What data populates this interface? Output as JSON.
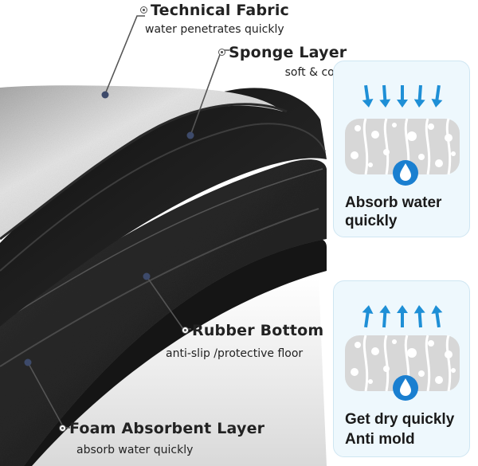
{
  "layers": [
    {
      "title": "Technical Fabric",
      "subtitle": "water penetrates quickly"
    },
    {
      "title": "Sponge Layer",
      "subtitle": "soft & cozy"
    },
    {
      "title": "Rubber Bottom",
      "subtitle": "anti-slip /protective floor"
    },
    {
      "title": "Foam Absorbent Layer",
      "subtitle": "absorb water quickly"
    }
  ],
  "cards": [
    {
      "line1": "Absorb water",
      "line2": "quickly",
      "arrow_direction": "down"
    },
    {
      "line1": "Get dry quickly",
      "line2": "Anti mold",
      "arrow_direction": "up"
    }
  ],
  "colors": {
    "arrow_blue": "#1e8fd6",
    "drop_blue": "#1a7fd0",
    "card_bg": "#eef8fd",
    "fabric_gray": "#c9c9c9",
    "rubber_black": "#1c1c1c"
  },
  "icons": [
    "water-drop-icon",
    "arrow-down-icon",
    "arrow-up-icon",
    "bullet-icon"
  ]
}
